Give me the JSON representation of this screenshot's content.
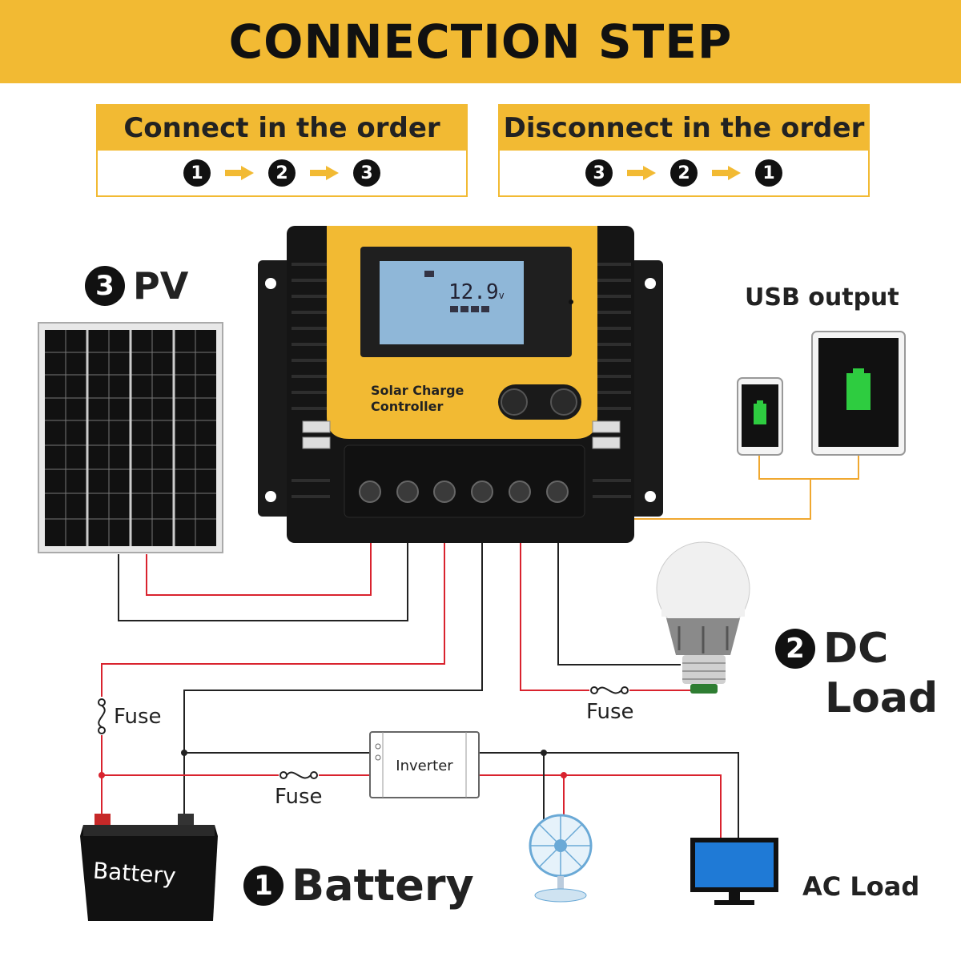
{
  "header": {
    "title": "CONNECTION STEP"
  },
  "connect": {
    "title": "Connect in the order",
    "steps": [
      "1",
      "2",
      "3"
    ]
  },
  "disconnect": {
    "title": "Disconnect in the order",
    "steps": [
      "3",
      "2",
      "1"
    ]
  },
  "pv": {
    "num": "3",
    "label": "PV"
  },
  "usb": {
    "label": "USB output"
  },
  "controller": {
    "label_line1": "Solar Charge",
    "label_line2": "Controller",
    "voltage": "12.9",
    "voltage_unit": "v"
  },
  "dc_load": {
    "num": "2",
    "line1": "DC",
    "line2": "Load"
  },
  "battery": {
    "num": "1",
    "label": "Battery",
    "case_label": "Battery"
  },
  "fuses": {
    "battery_fuse": "Fuse",
    "dc_fuse": "Fuse",
    "inverter_fuse": "Fuse"
  },
  "inverter": {
    "label": "Inverter"
  },
  "ac_load": {
    "label": "AC Load"
  },
  "colors": {
    "accent": "#F2BA33",
    "wire_red": "#D9232E",
    "wire_black": "#222222",
    "wire_orange": "#F0A830"
  }
}
